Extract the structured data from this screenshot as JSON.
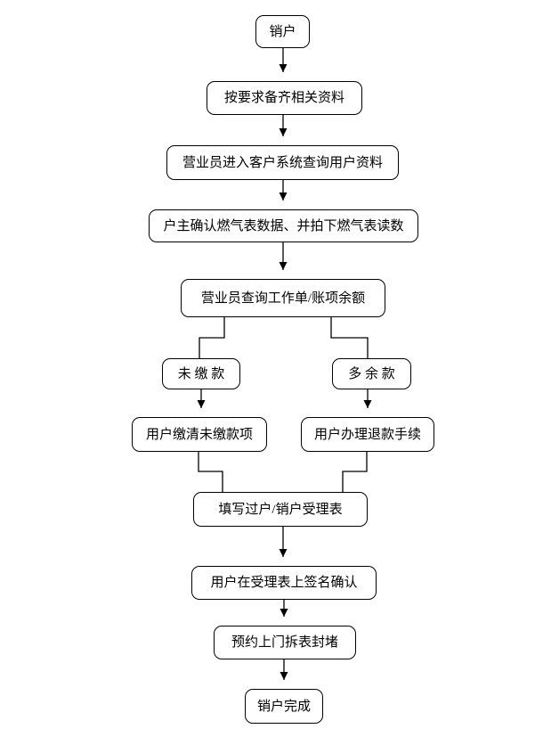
{
  "diagram": {
    "type": "flowchart",
    "background_color": "#ffffff",
    "line_color": "#000000",
    "node_border_color": "#000000",
    "node_fill_color": "#ffffff",
    "text_color": "#000000",
    "nodes": [
      {
        "id": "start",
        "label": "销户"
      },
      {
        "id": "prepare",
        "label": "按要求备齐相关资料"
      },
      {
        "id": "clerk-query",
        "label": "营业员进入客户系统查询用户资料"
      },
      {
        "id": "confirm-meter",
        "label": "户主确认燃气表数据、并拍下燃气表读数"
      },
      {
        "id": "query-balance",
        "label": "营业员查询工作单/账项余额"
      },
      {
        "id": "unpaid",
        "label": "未 缴 款"
      },
      {
        "id": "surplus",
        "label": "多 余 款"
      },
      {
        "id": "pay-unpaid",
        "label": "用户缴清未缴款项"
      },
      {
        "id": "refund",
        "label": "用户办理退款手续"
      },
      {
        "id": "fill-form",
        "label": "填写过户/销户受理表"
      },
      {
        "id": "sign-form",
        "label": "用户在受理表上签名确认"
      },
      {
        "id": "appointment",
        "label": "预约上门拆表封堵"
      },
      {
        "id": "done",
        "label": "销户完成"
      }
    ],
    "edges": [
      {
        "from": "start",
        "to": "prepare",
        "arrow": true
      },
      {
        "from": "prepare",
        "to": "clerk-query",
        "arrow": true
      },
      {
        "from": "clerk-query",
        "to": "confirm-meter",
        "arrow": true
      },
      {
        "from": "confirm-meter",
        "to": "query-balance",
        "arrow": true
      },
      {
        "from": "query-balance",
        "to": "unpaid",
        "arrow": false
      },
      {
        "from": "query-balance",
        "to": "surplus",
        "arrow": false
      },
      {
        "from": "unpaid",
        "to": "pay-unpaid",
        "arrow": true
      },
      {
        "from": "surplus",
        "to": "refund",
        "arrow": true
      },
      {
        "from": "pay-unpaid",
        "to": "fill-form",
        "arrow": false
      },
      {
        "from": "refund",
        "to": "fill-form",
        "arrow": false
      },
      {
        "from": "fill-form",
        "to": "sign-form",
        "arrow": true
      },
      {
        "from": "sign-form",
        "to": "appointment",
        "arrow": true
      },
      {
        "from": "appointment",
        "to": "done",
        "arrow": true
      }
    ]
  }
}
